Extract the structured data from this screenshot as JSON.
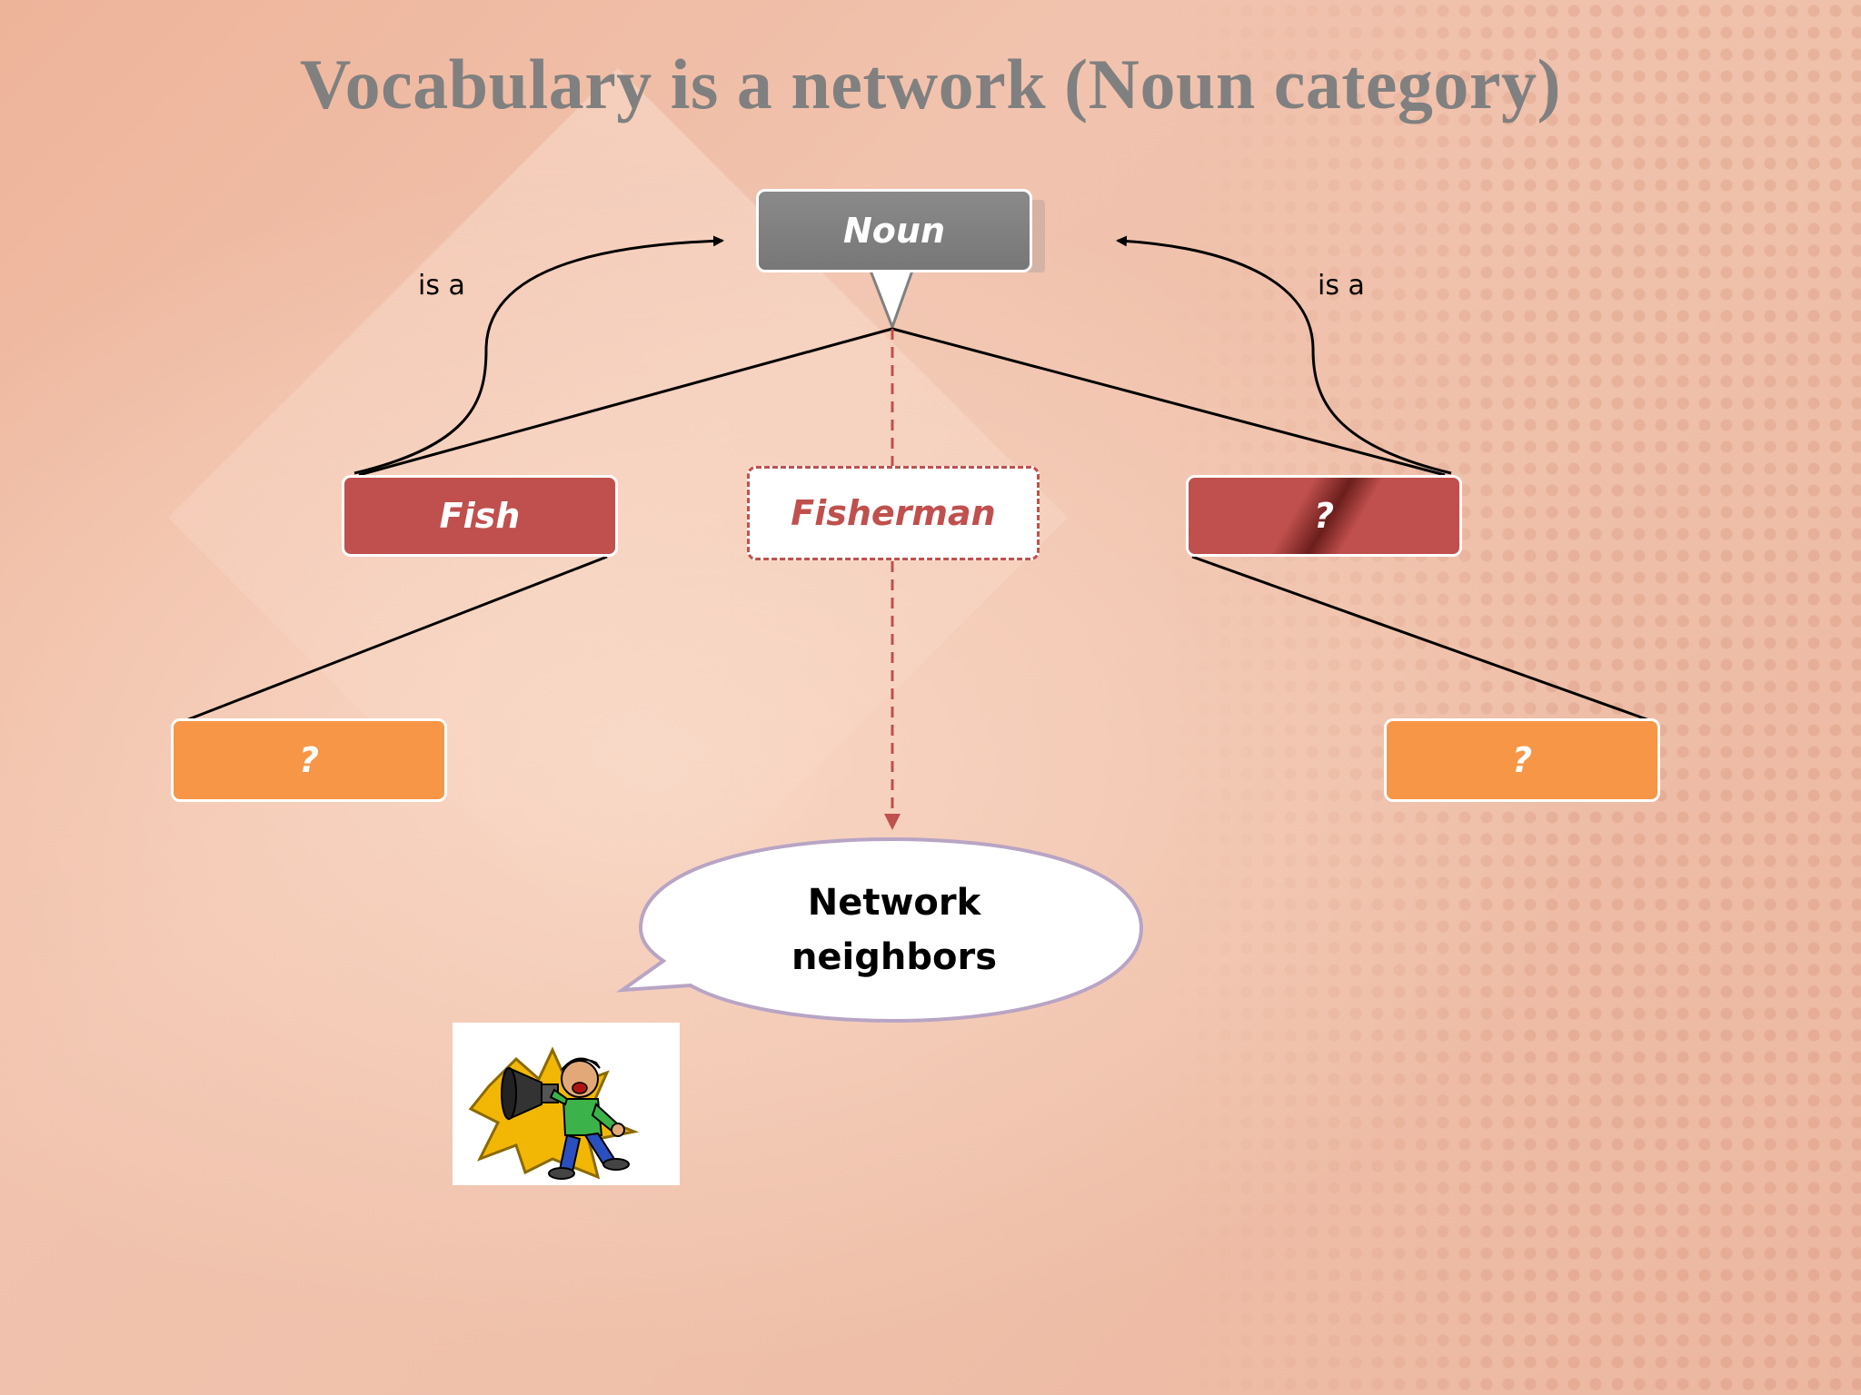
{
  "slide": {
    "title": "Vocabulary is a network (Noun category)"
  },
  "nodes": {
    "root": "Noun",
    "left_child": "Fish",
    "center_child": "Fisherman",
    "right_child": "?",
    "left_grandchild": "?",
    "right_grandchild": "?"
  },
  "edges": {
    "left_relation": "is a",
    "right_relation": "is a"
  },
  "callout": {
    "line1": "Network",
    "line2": "neighbors"
  },
  "colors": {
    "root_fill": "#808080",
    "child_fill": "#c0504d",
    "grandchild_fill": "#f79646",
    "dashed_accent": "#c0504d",
    "title_text": "#808080"
  },
  "icons": {
    "clipart": "megaphone-person-icon"
  }
}
